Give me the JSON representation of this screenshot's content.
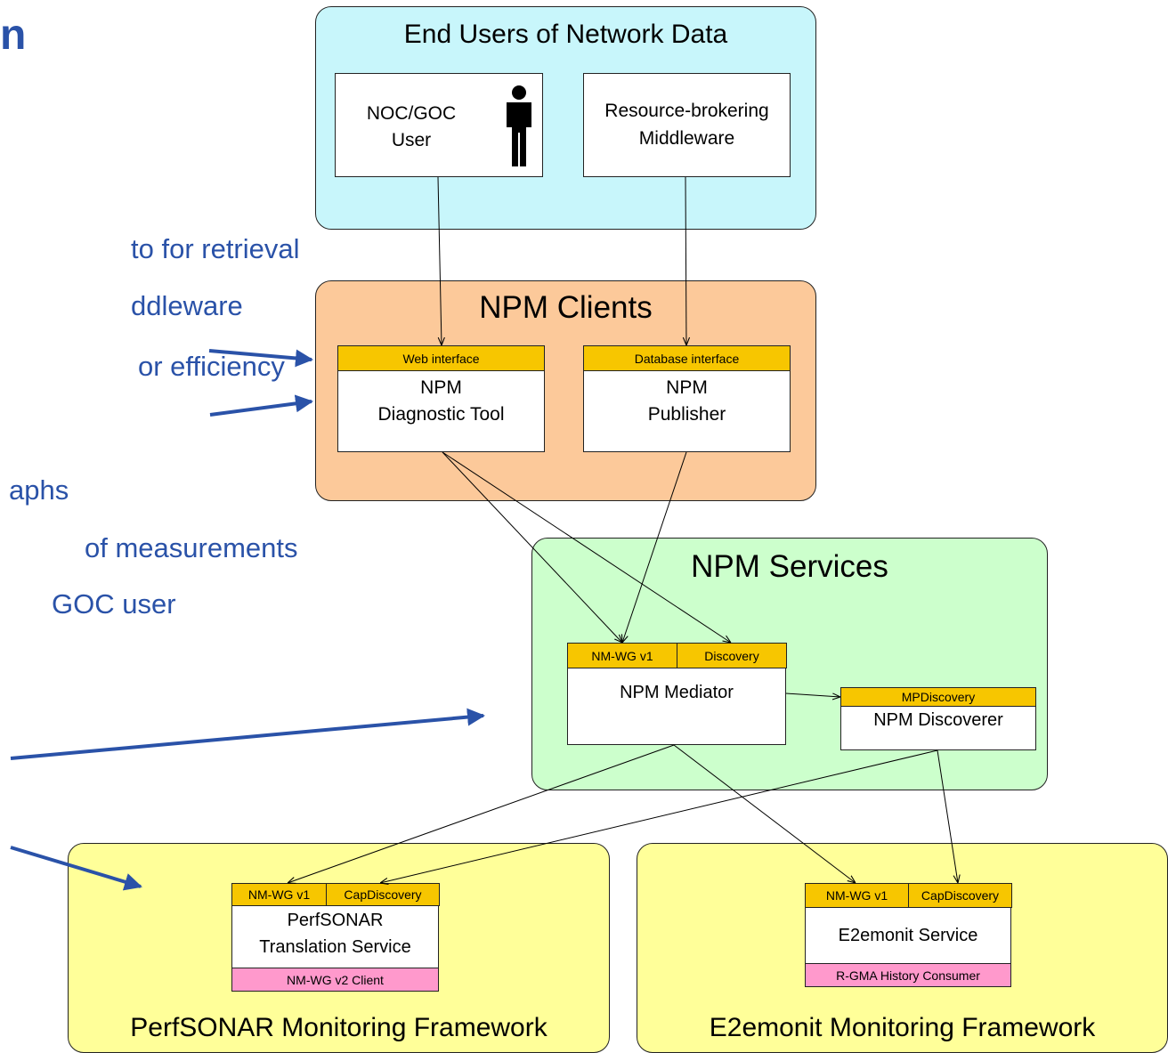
{
  "slide_text": {
    "title_fragment": "n",
    "lines": [
      "to for retrieval",
      "ddleware",
      "or efficiency",
      "aphs",
      "of measurements",
      "GOC user"
    ]
  },
  "end_users": {
    "title": "End Users of Network Data",
    "noc_user": "NOC/GOC\nUser",
    "middleware": "Resource-brokering\nMiddleware"
  },
  "npm_clients": {
    "title": "NPM Clients",
    "diagnostic": {
      "interface": "Web interface",
      "label": "NPM\nDiagnostic Tool"
    },
    "publisher": {
      "interface": "Database interface",
      "label": "NPM\nPublisher"
    }
  },
  "npm_services": {
    "title": "NPM Services",
    "mediator": {
      "iface1": "NM-WG v1",
      "iface2": "Discovery",
      "label": "NPM Mediator"
    },
    "discoverer": {
      "iface": "MPDiscovery",
      "label": "NPM Discoverer"
    }
  },
  "perfsonar": {
    "title": "PerfSONAR Monitoring Framework",
    "iface1": "NM-WG v1",
    "iface2": "CapDiscovery",
    "label": "PerfSONAR\nTranslation Service",
    "client": "NM-WG v2 Client"
  },
  "e2emonit": {
    "title": "E2emonit Monitoring Framework",
    "iface1": "NM-WG v1",
    "iface2": "CapDiscovery",
    "label": "E2emonit Service",
    "client": "R-GMA History Consumer"
  },
  "colors": {
    "end_users_bg": "#c8f6fb",
    "clients_bg": "#fcc99a",
    "services_bg": "#ccffcc",
    "frameworks_bg": "#ffff99",
    "interface_strip": "#f7c600",
    "client_strip": "#ff99cc",
    "slide_text": "#2a52a8"
  }
}
